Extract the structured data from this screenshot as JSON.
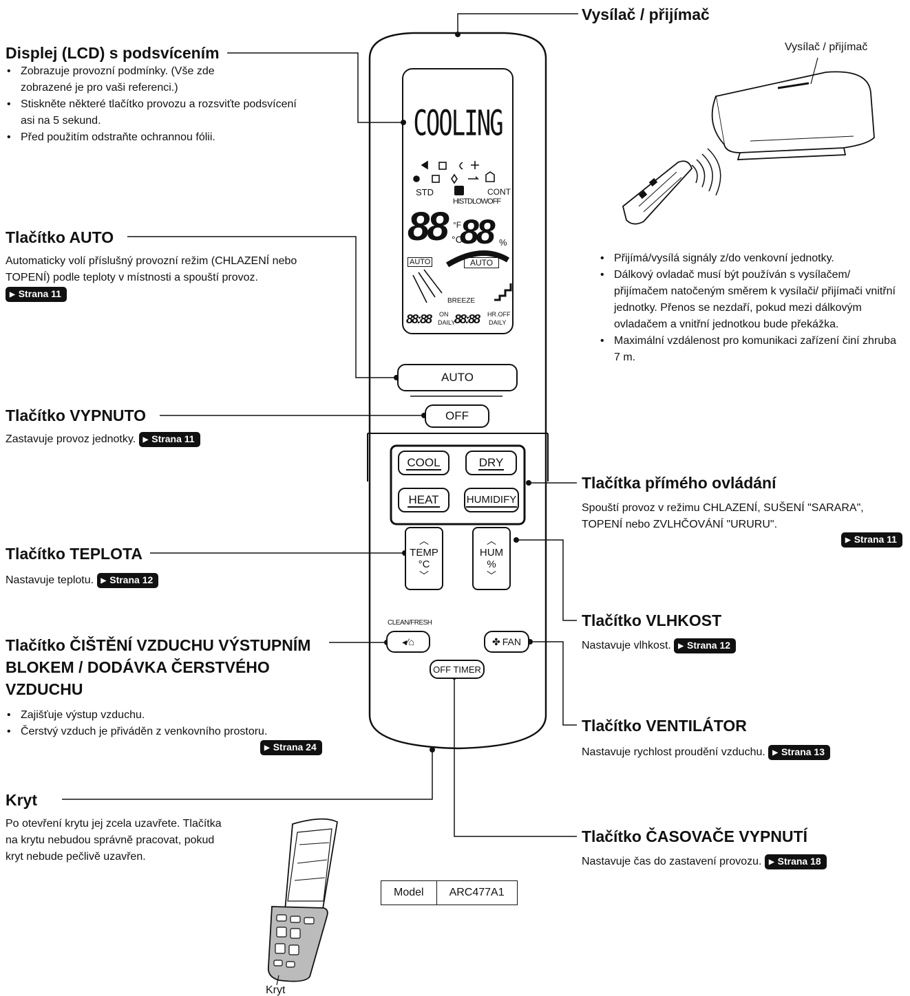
{
  "transmitter": {
    "heading": "Vysílač / přijímač",
    "unit_label": "Vysílač / přijímač",
    "bullets": [
      "Přijímá/vysílá signály z/do venkovní jednotky.",
      "Dálkový ovladač musí být používán s vysílačem/ přijímačem natočeným směrem k vysílači/ přijímači vnitřní jednotky. Přenos se nezdaří, pokud mezi dálkovým ovladačem a vnitřní jednotkou bude překážka.",
      "Maximální vzdálenost pro komunikaci zařízení činí zhruba 7 m."
    ]
  },
  "display": {
    "heading": "Displej (LCD) s podsvícením",
    "bullets": [
      "Zobrazuje provozní podmínky. (Vše zde zobrazené je pro vaši referenci.)",
      "Stiskněte některé tlačítko provozu a rozsviťte podsvícení asi na 5 sekund.",
      "Před použitím odstraňte ochrannou fólii."
    ]
  },
  "auto_button": {
    "heading": "Tlačítko AUTO",
    "text": "Automaticky volí příslušný provozní režim (CHLAZENÍ nebo TOPENÍ) podle teploty v místnosti a spouští provoz.",
    "ref": "Strana 11"
  },
  "off_button": {
    "heading": "Tlačítko VYPNUTO",
    "text": "Zastavuje provoz jednotky.",
    "ref": "Strana 11"
  },
  "direct_buttons": {
    "heading": "Tlačítka přímého ovládání",
    "text": "Spouští provoz v režimu CHLAZENÍ, SUŠENÍ \"SARARA\", TOPENÍ nebo ZVLHČOVÁNÍ \"URURU\".",
    "ref": "Strana 11"
  },
  "temp_button": {
    "heading": "Tlačítko TEPLOTA",
    "text": "Nastavuje teplotu.",
    "ref": "Strana 12"
  },
  "hum_button": {
    "heading": "Tlačítko VLHKOST",
    "text": "Nastavuje vlhkost.",
    "ref": "Strana 12"
  },
  "clean_button": {
    "heading": "Tlačítko ČIŠTĚNÍ VZDUCHU VÝSTUPNÍM BLOKEM / DODÁVKA ČERSTVÉHO VZDUCHU",
    "bullets": [
      "Zajišťuje výstup vzduchu.",
      "Čerstvý vzduch je přiváděn z venkovního prostoru."
    ],
    "ref": "Strana 24"
  },
  "fan_button": {
    "heading": "Tlačítko VENTILÁTOR",
    "text": "Nastavuje rychlost proudění vzduchu.",
    "ref": "Strana 13"
  },
  "cover": {
    "heading": "Kryt",
    "text": "Po otevření krytu jej zcela uzavřete. Tlačítka na krytu nebudou správně pracovat, pokud kryt nebude pečlivě uzavřen.",
    "caption": "Kryt"
  },
  "timer_button": {
    "heading": "Tlačítko ČASOVAČE VYPNUTÍ",
    "text": "Nastavuje čas do zastavení provozu.",
    "ref": "Strana 18"
  },
  "model": {
    "label": "Model",
    "value": "ARC477A1"
  },
  "remote": {
    "lcd": {
      "mode": "COOLING",
      "std": "STD",
      "cont": "CONT",
      "hi_std_low_off": "HISTDLOWOFF",
      "big_left": "88",
      "big_right": "88",
      "unit_f": "°F",
      "unit_c": "°C",
      "percent": "%",
      "auto_left": "AUTO",
      "auto_mid": "AUTO",
      "breeze": "BREEZE",
      "timer_left": "88:88",
      "timer_right": "88:88",
      "on": "ON",
      "daily": "DAILY",
      "hr_off": "HR.OFF",
      "daily2": "DAILY"
    },
    "buttons": {
      "auto": "AUTO",
      "off": "OFF",
      "cool": "COOL",
      "dry": "DRY",
      "heat": "HEAT",
      "humidify": "HUMIDIFY",
      "temp": "TEMP",
      "temp_unit": "°C",
      "hum": "HUM",
      "hum_unit": "%",
      "clean_fresh": "CLEAN/FRESH",
      "fan": "FAN",
      "off_timer": "OFF TIMER"
    }
  }
}
